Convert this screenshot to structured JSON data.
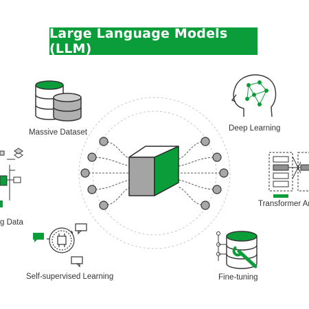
{
  "title": "Large Language Models (LLM)",
  "nodes": {
    "massive_dataset": "Massive Dataset",
    "deep_learning": "Deep Learning",
    "training_data_partial": "g Data",
    "transformer_partial": "Transformer Arc",
    "self_supervised": "Self-supervised Learning",
    "fine_tuning": "Fine-tuning"
  },
  "colors": {
    "accent": "#0a9d3a",
    "gray": "#a8a8a8",
    "dark": "#3a3a3a"
  },
  "icons": [
    "database-icon",
    "brain-icon",
    "architecture-icon",
    "flowchart-icon",
    "chat-brain-icon",
    "database-wrench-icon",
    "cube-icon"
  ]
}
